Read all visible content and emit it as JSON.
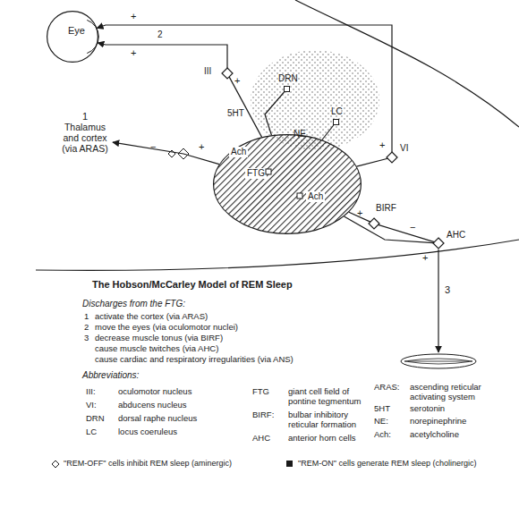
{
  "diagram": {
    "title": "The Hobson/McCarley Model of REM Sleep",
    "nodes": [
      {
        "text": [
          "Eye"
        ]
      },
      {
        "text": [
          "III"
        ]
      },
      {
        "text": [
          "DRN"
        ]
      },
      {
        "text": [
          "LC"
        ]
      },
      {
        "text": [
          "Thalamus and cortex (via ARAS)"
        ]
      },
      {
        "text": [
          "Ach",
          "FTG",
          "Ach"
        ]
      },
      {
        "text": [
          "VI"
        ]
      },
      {
        "text": [
          "BIRF"
        ]
      },
      {
        "text": [
          "AHC"
        ]
      }
    ],
    "edges": [
      {
        "from": 5,
        "to": 4,
        "arrow": "to"
      },
      {
        "from": 5,
        "to": 1,
        "arrow": "none"
      },
      {
        "from": 1,
        "to": 0,
        "label": "2",
        "arrow": "to"
      },
      {
        "from": 6,
        "to": 0,
        "arrow": "to"
      },
      {
        "from": 2,
        "to": 5,
        "label": "5HT",
        "arrow": "none"
      },
      {
        "from": 3,
        "to": 5,
        "label": "NE",
        "arrow": "none"
      },
      {
        "from": 5,
        "to": 6,
        "arrow": "none"
      },
      {
        "from": 5,
        "to": 7,
        "arrow": "none"
      },
      {
        "from": 7,
        "to": 8,
        "arrow": "none"
      },
      {
        "from": 5,
        "to": 8,
        "arrow": "none"
      }
    ],
    "labels": [
      "+",
      "+",
      "+",
      "1",
      "−",
      "+",
      "+",
      "+",
      "−",
      "+",
      "3",
      "Discharges from the FTG:",
      "1",
      "activate the cortex (via ARAS)",
      "2",
      "move the eyes (via oculomotor nuclei)",
      "3",
      "decrease muscle tonus (via BIRF)",
      "cause muscle twitches (via AHC)",
      "cause cardiac and respiratory irregularities (via ANS)",
      "Abbreviations:",
      "III:",
      "oculomotor nucleus",
      "FTG",
      "giant cell field of pontine tegmentum",
      "ARAS:",
      "ascending reticular activating system",
      "VI:",
      "abducens nucleus",
      "5HT",
      "serotonin",
      "DRN",
      "dorsal raphe nucleus",
      "BIRF:",
      "bulbar inhibitory reticular formation",
      "NE:",
      "norepinephrine",
      "LC",
      "locus coeruleus",
      "AHC",
      "anterior horn cells",
      "Ach:",
      "acetylcholine"
    ],
    "legend": [
      {
        "text": "\"REM-OFF\" cells inhibit REM sleep (aminergic)"
      },
      {
        "text": "\"REM-ON\" cells generate REM sleep (cholinergic)",
        "color": "#1a1a1a"
      }
    ]
  }
}
